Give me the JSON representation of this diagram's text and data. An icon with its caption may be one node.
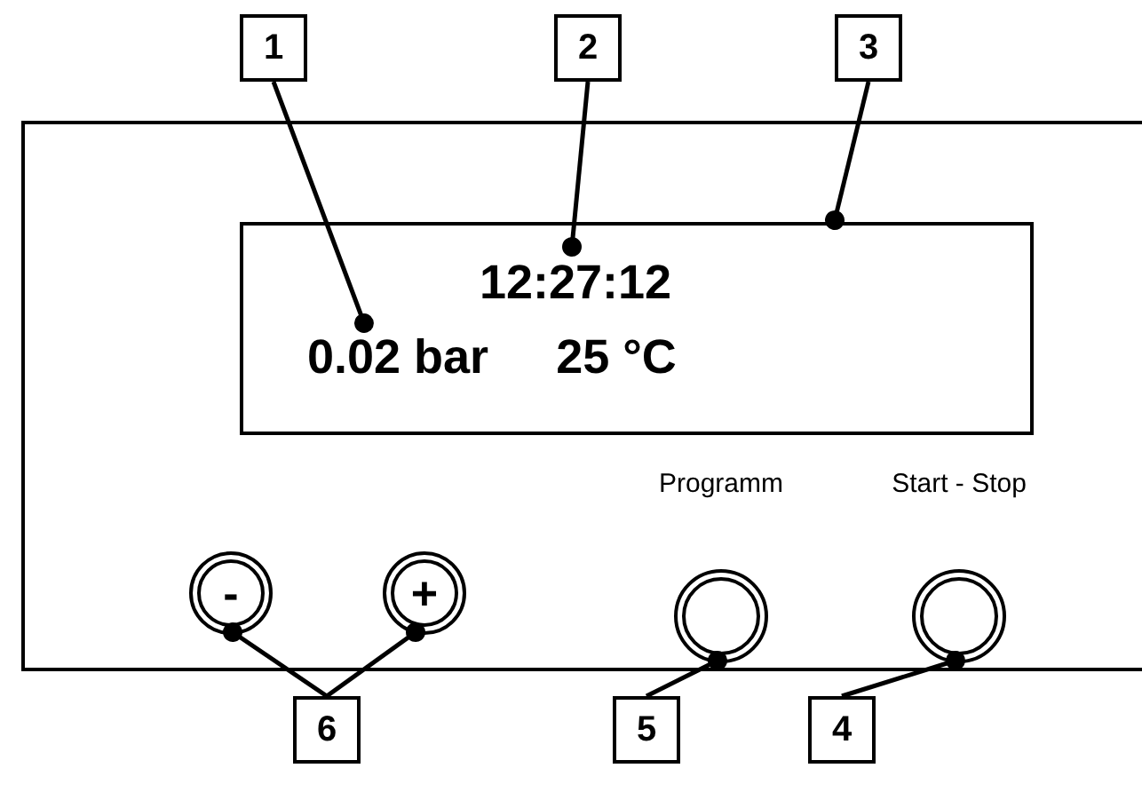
{
  "diagram": {
    "nodes": [
      {
        "text": [
          "1"
        ]
      },
      {
        "text": [
          "2"
        ]
      },
      {
        "text": [
          "3"
        ]
      },
      {
        "text": [],
        "shape": "box"
      },
      {
        "text": [],
        "shape": "box",
        "in": 3
      },
      {
        "text": [
          "12:27:12"
        ],
        "in": 4
      },
      {
        "text": [
          "0.02 bar"
        ],
        "in": 4
      },
      {
        "text": [
          "25 °C"
        ],
        "in": 4
      },
      {
        "text": [
          "-"
        ],
        "in": 3
      },
      {
        "text": [
          "+"
        ],
        "in": 3
      },
      {
        "text": [
          "Programm"
        ],
        "in": 3
      },
      {
        "text": [
          "Start - Stop"
        ],
        "in": 3
      },
      {
        "text": [
          "6"
        ]
      },
      {
        "text": [
          "5"
        ]
      },
      {
        "text": [
          "4"
        ]
      }
    ],
    "edges": [
      {
        "from": 0,
        "to": 6,
        "arrow": "other"
      },
      {
        "from": 1,
        "to": 5,
        "arrow": "other"
      },
      {
        "from": 2,
        "to": 4,
        "arrow": "other"
      },
      {
        "from": 12,
        "to": 8,
        "arrow": "other"
      },
      {
        "from": 12,
        "to": 9,
        "arrow": "other"
      },
      {
        "from": 13,
        "to": 10,
        "arrow": "other"
      },
      {
        "from": 14,
        "to": 11,
        "arrow": "other"
      }
    ]
  }
}
